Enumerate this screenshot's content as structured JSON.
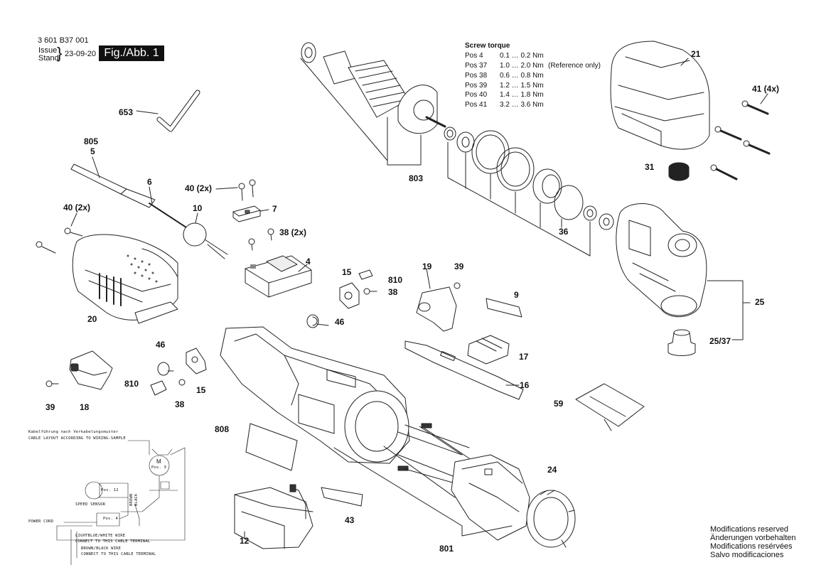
{
  "header": {
    "doc_number": "3 601 B37 001",
    "issue_label": "Issue",
    "stand_label": "Stand",
    "date": "23-09-20",
    "figure": "Fig./Abb. 1"
  },
  "screw_torque": {
    "title": "Screw torque",
    "rows": [
      {
        "pos": "Pos 4",
        "value": "0.1 … 0.2 Nm",
        "note": ""
      },
      {
        "pos": "Pos 37",
        "value": "1.0 … 2.0 Nm",
        "note": "(Reference only)"
      },
      {
        "pos": "Pos 38",
        "value": "0.6 … 0.8 Nm",
        "note": ""
      },
      {
        "pos": "Pos 39",
        "value": "1.2 … 1.5 Nm",
        "note": ""
      },
      {
        "pos": "Pos 40",
        "value": "1.4 … 1.8 Nm",
        "note": ""
      },
      {
        "pos": "Pos 41",
        "value": "3.2 … 3.6 Nm",
        "note": ""
      }
    ]
  },
  "part_labels": {
    "p653": "653",
    "p805": "805",
    "p5": "5",
    "p6": "6",
    "p40a": "40 (2x)",
    "p40b": "40 (2x)",
    "p7": "7",
    "p10": "10",
    "p38a": "38 (2x)",
    "p4": "4",
    "p20": "20",
    "p803": "803",
    "p21": "21",
    "p41": "41 (4x)",
    "p31": "31",
    "p36": "36",
    "p25": "25",
    "p2537": "25/37",
    "p15a": "15",
    "p810a": "810",
    "p38b": "38",
    "p19": "19",
    "p39a": "39",
    "p9": "9",
    "p46a": "46",
    "p46b": "46",
    "p810b": "810",
    "p15b": "15",
    "p39b": "39",
    "p18": "18",
    "p38c": "38",
    "p17": "17",
    "p16": "16",
    "p59": "59",
    "p808": "808",
    "p24": "24",
    "p43": "43",
    "p12": "12",
    "p801": "801"
  },
  "wiring": {
    "title_de": "Kabelführung nach Verkabelungsmuster",
    "title_en": "CABLE LAYOUT ACCORDING TO WIRING-SAMPLE",
    "motor": "M",
    "motor_pos": "Pos. 3",
    "pos12": "Pos. 12",
    "pos4": "Pos. 4",
    "power_cord": "POWER CORD",
    "speed_sensor": "SPEED SENSOR",
    "blue_white_1": "LIGHTBLUE/WHITE WIRE",
    "blue_white_2": "CONNECT TO THIS CABLE TERMINAL",
    "brown_black_1": "BROWN/BLACK WIRE",
    "brown_black_2": "CONNECT TO THIS CABLE TERMINAL",
    "brown": "BROWN",
    "black": "BLACK"
  },
  "notes": [
    "Modifications reserved",
    "Änderungen vorbehalten",
    "Modifications resérvées",
    "Salvo modificaciones"
  ]
}
